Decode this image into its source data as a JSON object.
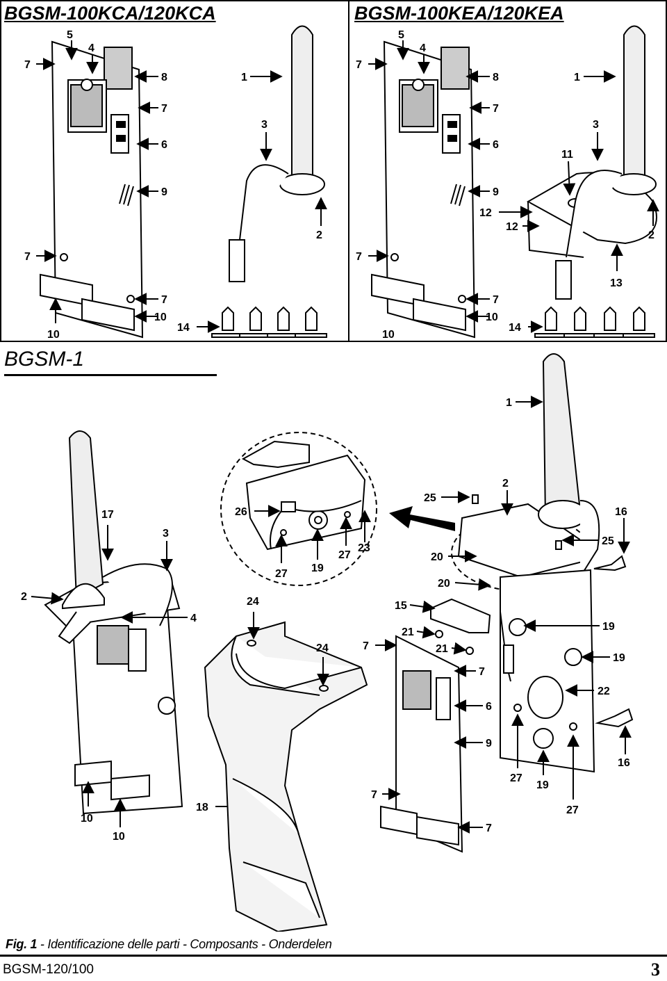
{
  "panels": {
    "kca_title": "BGSM-100KCA/120KCA",
    "kea_title": "BGSM-100KEA/120KEA",
    "bgsm1_title": "BGSM-1"
  },
  "callouts": {
    "kca": [
      "7",
      "5",
      "4",
      "8",
      "1",
      "7",
      "3",
      "6",
      "9",
      "2",
      "7",
      "7",
      "10",
      "10",
      "14"
    ],
    "kea": [
      "7",
      "5",
      "4",
      "8",
      "1",
      "7",
      "3",
      "6",
      "11",
      "9",
      "12",
      "12",
      "2",
      "7",
      "13",
      "7",
      "10",
      "10",
      "14"
    ],
    "left": [
      "17",
      "3",
      "2",
      "4",
      "10",
      "10",
      "18"
    ],
    "zoom": [
      "26",
      "27",
      "19",
      "27",
      "23",
      "24",
      "24"
    ],
    "right": [
      "1",
      "2",
      "25",
      "16",
      "25",
      "20",
      "20",
      "15",
      "21",
      "21",
      "7",
      "19",
      "19",
      "22",
      "7",
      "6",
      "9",
      "16",
      "27",
      "19",
      "27",
      "7",
      "7"
    ]
  },
  "caption": {
    "fig": "Fig. 1",
    "text": " - Identificazione delle parti - Composants - Onderdelen"
  },
  "footer": {
    "model": "BGSM-120/100",
    "page": "3"
  }
}
